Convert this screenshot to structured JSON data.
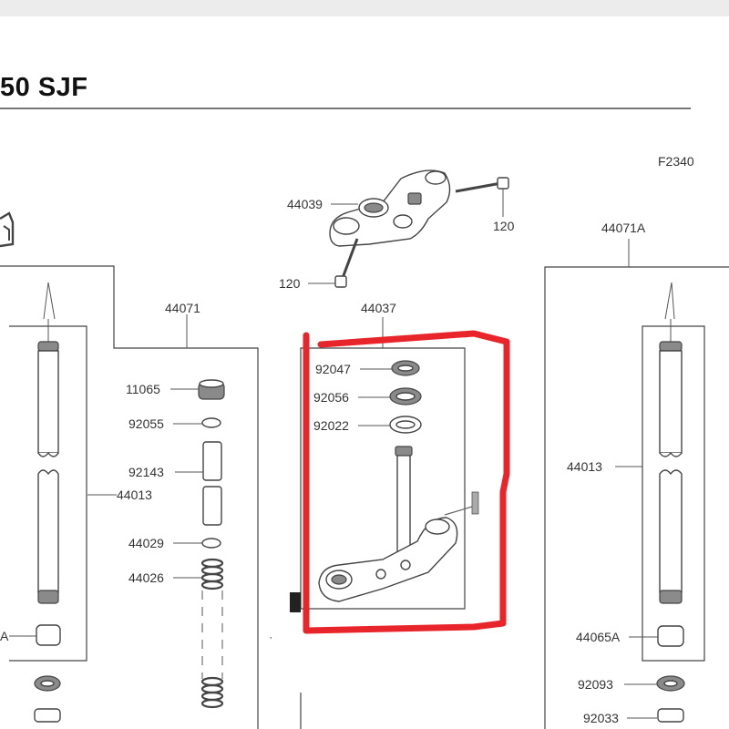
{
  "header": {
    "title": "50 SJF",
    "figure_code": "F2340"
  },
  "labels": {
    "top_bracket": "44039",
    "top_bolt_right": "120",
    "top_bolt_left": "120",
    "left_fork_assy": "44071",
    "right_fork_assy": "44071A",
    "stem_assy": "44037",
    "cap": "11065",
    "oring_left": "92055",
    "collar": "92143",
    "left_tube": "44013",
    "seat": "44029",
    "spring": "44026",
    "left_piston_partial": "A",
    "seal_upper": "92047",
    "seal_mid": "92056",
    "seal_lower": "92022",
    "right_tube": "44013",
    "right_piston": "44065A",
    "right_seal": "92093",
    "right_bottom_partial": "92033"
  },
  "colors": {
    "highlight": "#e8252a",
    "line": "#444444"
  }
}
